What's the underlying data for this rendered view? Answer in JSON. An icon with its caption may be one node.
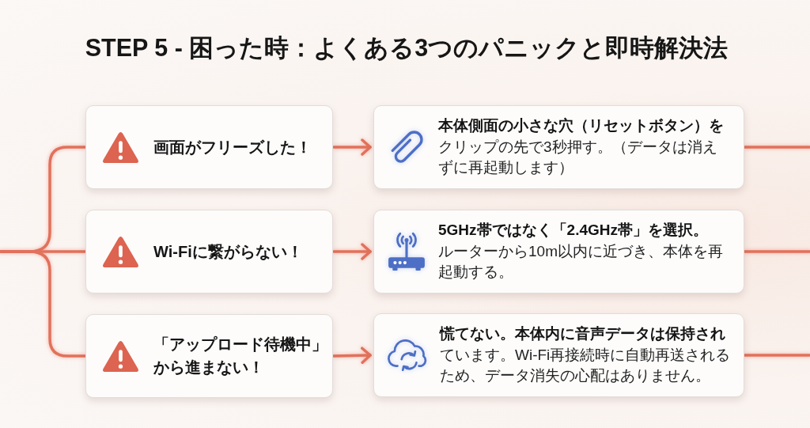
{
  "diagram": {
    "title": "STEP 5 - 困った時：よくある3つのパニックと即時解決法",
    "nodes": [
      {
        "text": [
          "画面がフリーズした！"
        ]
      },
      {
        "text": [
          "Wi-Fiに繋がらない！"
        ]
      },
      {
        "text": [
          "「アップロード待機中」から進まない！"
        ]
      },
      {
        "text": [
          "本体側面の小さな穴（リセットボタン）を",
          "クリップの先で3秒押す。（データは消えずに再起動します）"
        ]
      },
      {
        "text": [
          "5GHz帯ではなく「2.4GHz帯」を選択。",
          "ルーターから10m以内に近づき、本体を再起動する。"
        ]
      },
      {
        "text": [
          "慌てない。本体内に音声データは保持され",
          "ています。Wi-Fi再接続時に自動再送されるため、データ消失の心配はありません。"
        ]
      }
    ],
    "edges": [
      {
        "from": null,
        "to": 0,
        "arrow": "none"
      },
      {
        "from": null,
        "to": 1,
        "arrow": "none"
      },
      {
        "from": null,
        "to": 2,
        "arrow": "none"
      },
      {
        "from": 0,
        "to": 3,
        "arrow": "to"
      },
      {
        "from": 1,
        "to": 4,
        "arrow": "to"
      },
      {
        "from": 2,
        "to": 5,
        "arrow": "to"
      },
      {
        "from": 3,
        "to": null,
        "arrow": "none"
      },
      {
        "from": 4,
        "to": null,
        "arrow": "none"
      },
      {
        "from": 5,
        "to": null,
        "arrow": "none"
      }
    ]
  }
}
